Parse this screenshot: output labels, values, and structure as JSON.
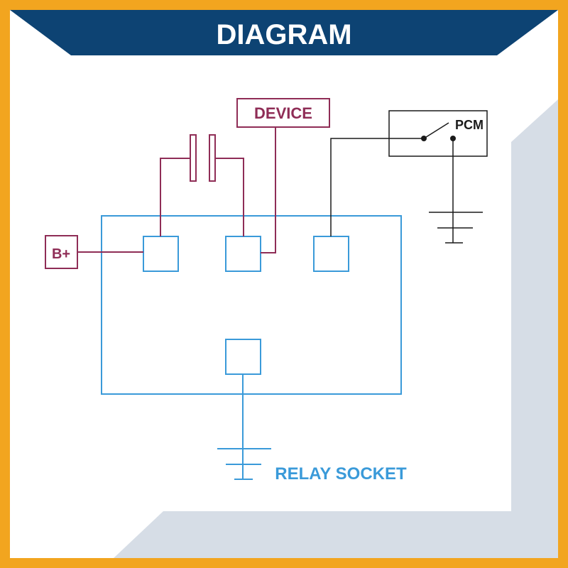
{
  "header": {
    "title": "DIAGRAM"
  },
  "labels": {
    "device": "DEVICE",
    "pcm": "PCM",
    "bplus": "B+",
    "relay_socket": "RELAY SOCKET"
  },
  "colors": {
    "frame": "#f2a51f",
    "banner": "#0d4373",
    "shadow": "#d6dde6",
    "relay": "#3a9ad9",
    "wire_purple": "#8f2d56",
    "wire_black": "#1a1a1a",
    "relay_text": "#3a9ad9"
  }
}
